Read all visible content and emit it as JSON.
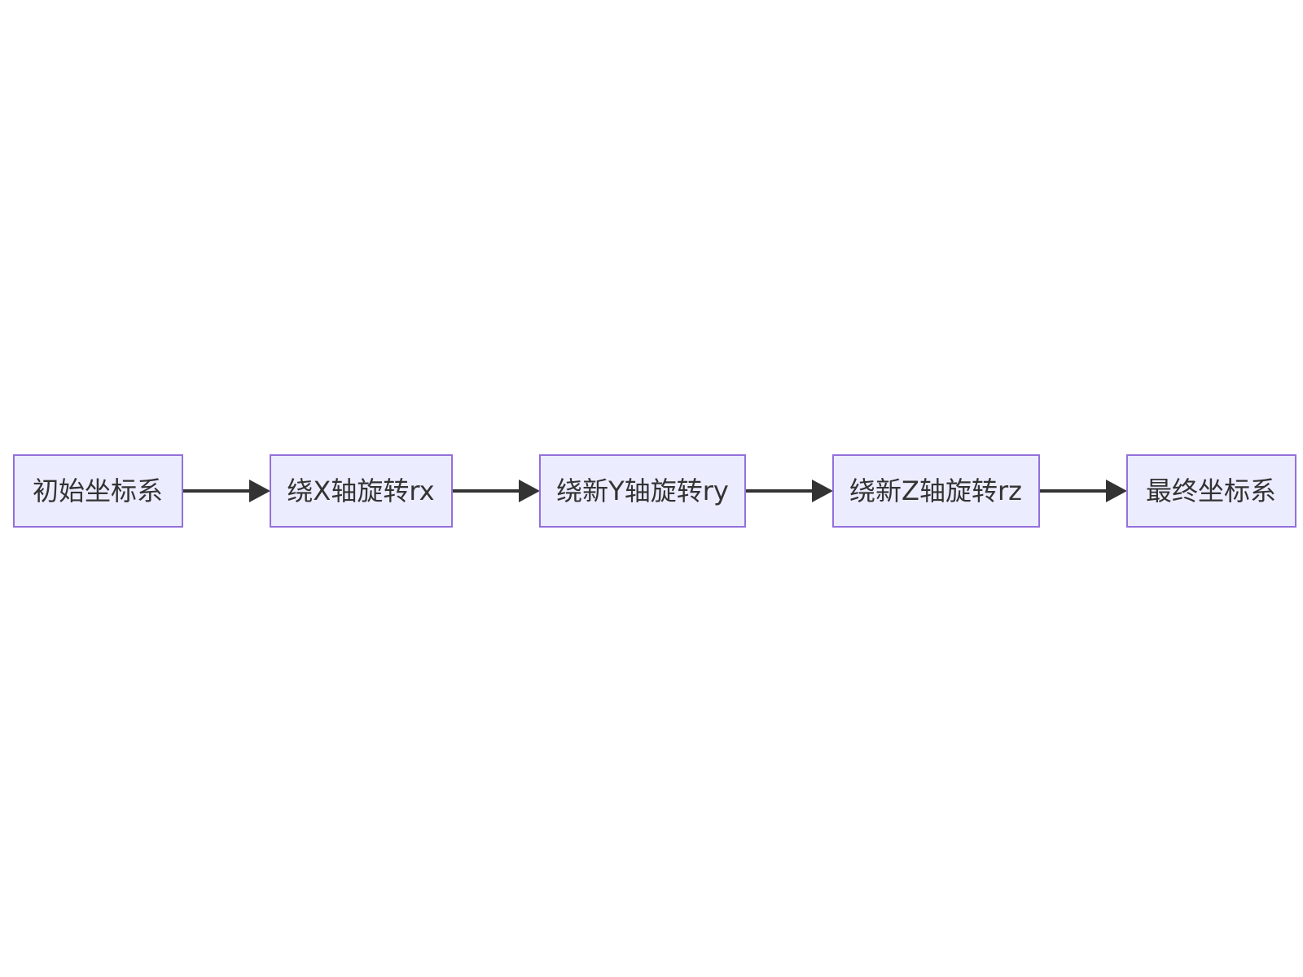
{
  "diagram": {
    "nodes": [
      {
        "id": "n1",
        "label": "初始坐标系"
      },
      {
        "id": "n2",
        "label": "绕X轴旋转rx"
      },
      {
        "id": "n3",
        "label": "绕新Y轴旋转ry"
      },
      {
        "id": "n4",
        "label": "绕新Z轴旋转rz"
      },
      {
        "id": "n5",
        "label": "最终坐标系"
      }
    ],
    "edges": [
      {
        "from": "n1",
        "to": "n2"
      },
      {
        "from": "n2",
        "to": "n3"
      },
      {
        "from": "n3",
        "to": "n4"
      },
      {
        "from": "n4",
        "to": "n5"
      }
    ],
    "colors": {
      "node_fill": "#ECECFF",
      "node_border": "#9370DB",
      "text": "#333333",
      "edge": "#333333",
      "background": "#FFFFFF"
    }
  }
}
